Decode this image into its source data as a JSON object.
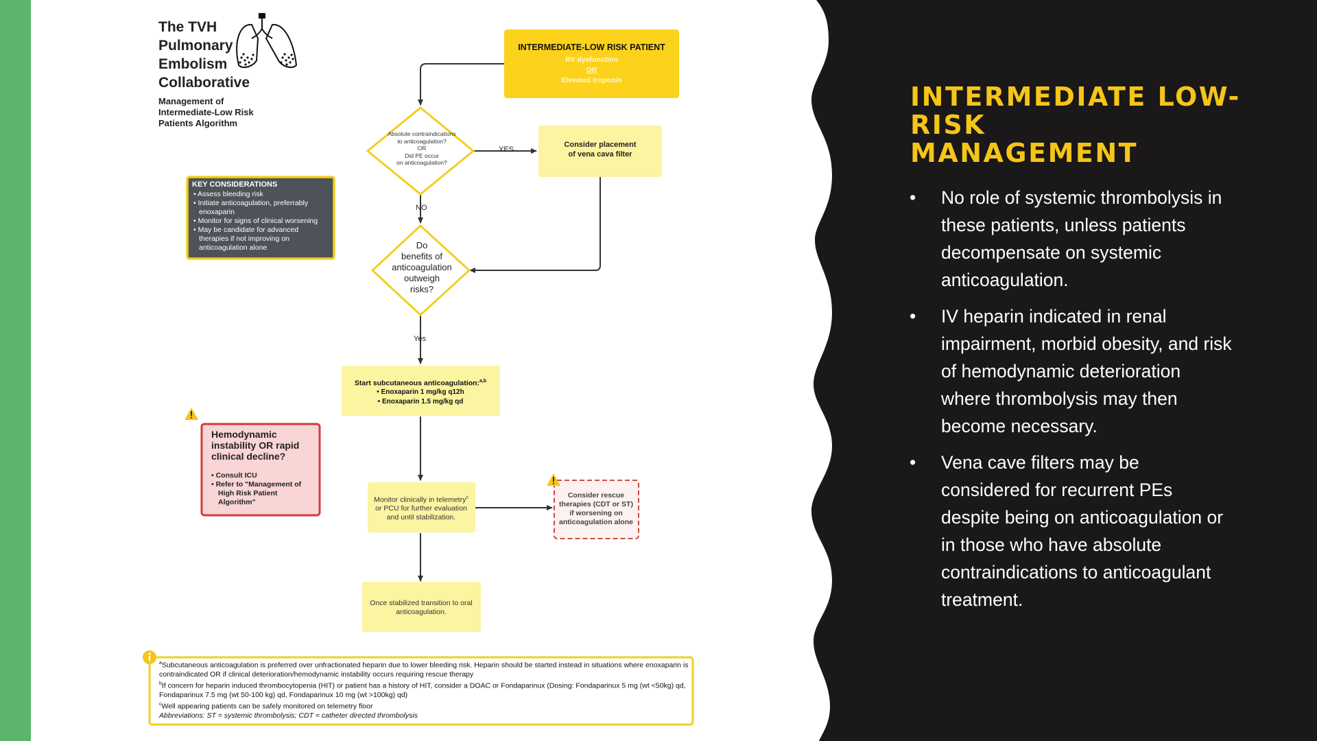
{
  "logo": {
    "title_lines": [
      "The TVH",
      "Pulmonary",
      "Embolism",
      "Collaborative"
    ],
    "subtitle_lines": [
      "Management of",
      "Intermediate-Low Risk",
      "Patients Algorithm"
    ],
    "icon": "lungs-icon"
  },
  "flowchart": {
    "start": {
      "title": "INTERMEDIATE-LOW RISK PATIENT",
      "line1": "RV dysfunction",
      "or": "OR",
      "line2": "Elevated troponin"
    },
    "decision1": [
      "Absolute contraindications",
      "to anticoagulation?",
      "OR",
      "Did PE occur",
      "on anticoagulation?"
    ],
    "decision1_yes": "YES",
    "decision1_no": "NO",
    "ivc": [
      "Consider placement",
      "of vena cava filter"
    ],
    "decision2": [
      "Do",
      "benefits of",
      "anticoagulation",
      "outweigh",
      "risks?"
    ],
    "decision2_yes": "Yes",
    "sc_anticoag": {
      "title": "Start subcutaneous anticoagulation:",
      "title_sup": "a,b",
      "items": [
        "• Enoxaparin 1 mg/kg q12h",
        "• Enoxaparin 1.5 mg/kg qd"
      ]
    },
    "monitor": {
      "line1": "Monitor clinically in telemetry",
      "line1_sup": "c",
      "line2": "or PCU for further evaluation",
      "line3": "and until stabilization."
    },
    "rescue": [
      "Consider rescue",
      "therapies (CDT or ST)",
      "if worsening on",
      "anticoagulation alone"
    ],
    "oral": [
      "Once stabilized transition to oral",
      "anticoagulation."
    ],
    "key_considerations": {
      "title": "KEY CONSIDERATIONS",
      "items": [
        "• Assess bleeding risk",
        "• Initiate anticoagulation, preferrably enoxaparin",
        "• Monitor for signs of clinical worsening",
        "• May be candidate for advanced therapies if not improving on anticoagulation alone"
      ]
    },
    "hemodynamic": {
      "title": "Hemodynamic instability OR rapid clinical decline?",
      "items": [
        "• Consult ICU",
        "• Refer to \"Management of High Risk Patient Algorithm\""
      ]
    },
    "footnotes": {
      "a_sup": "a",
      "a": "Subcutaneous anticoagulation is preferred over unfractionated heparin due to lower bleeding risk. Heparin should be started instead in situations where enoxaparin is contraindicated OR if clinical deterioration/hemodynamic instability occurs requiring rescue therapy",
      "b_sup": "b",
      "b": "If concern for heparin induced thrombocytopenia (HIT) or patient has a history of HIT, consider a DOAC or Fondaparinux (Dosing: Fondaparinux 5 mg (wt <50kg) qd, Fondaparinux 7.5 mg (wt 50-100 kg) qd, Fondaparinux 10 mg (wt >100kg) qd)",
      "c_sup": "c",
      "c": "Well appearing patients can be safely monitored on telemetry floor",
      "abbreviations": "Abbreviations: ST = systemic thrombolysis; CDT = catheter directed thrombolysis"
    }
  },
  "slide": {
    "title_line1": "INTERMEDIATE LOW-RISK",
    "title_line2": "MANAGEMENT",
    "bullet_glyph": "•",
    "bullets": [
      "No role of systemic thrombolysis in these patients, unless patients decompensate on systemic anticoagulation.",
      "IV heparin indicated in renal impairment, morbid obesity, and risk of hemodynamic deterioration where thrombolysis may then become necessary.",
      "Vena cave filters may be considered for recurrent PEs despite being on anticoagulation or in those who have absolute contraindications to anticoagulant treatment."
    ]
  },
  "colors": {
    "green_bar": "#5cb56a",
    "dark_panel": "#1a1818",
    "accent_yellow": "#f5c518",
    "box_yellow": "#fbf4a0",
    "start_yellow": "#fcd21c",
    "key_box_fill": "#4e5359",
    "hemo_fill": "#f9d5d5",
    "hemo_border": "#d43a3a",
    "rescue_border": "#c0392b"
  }
}
